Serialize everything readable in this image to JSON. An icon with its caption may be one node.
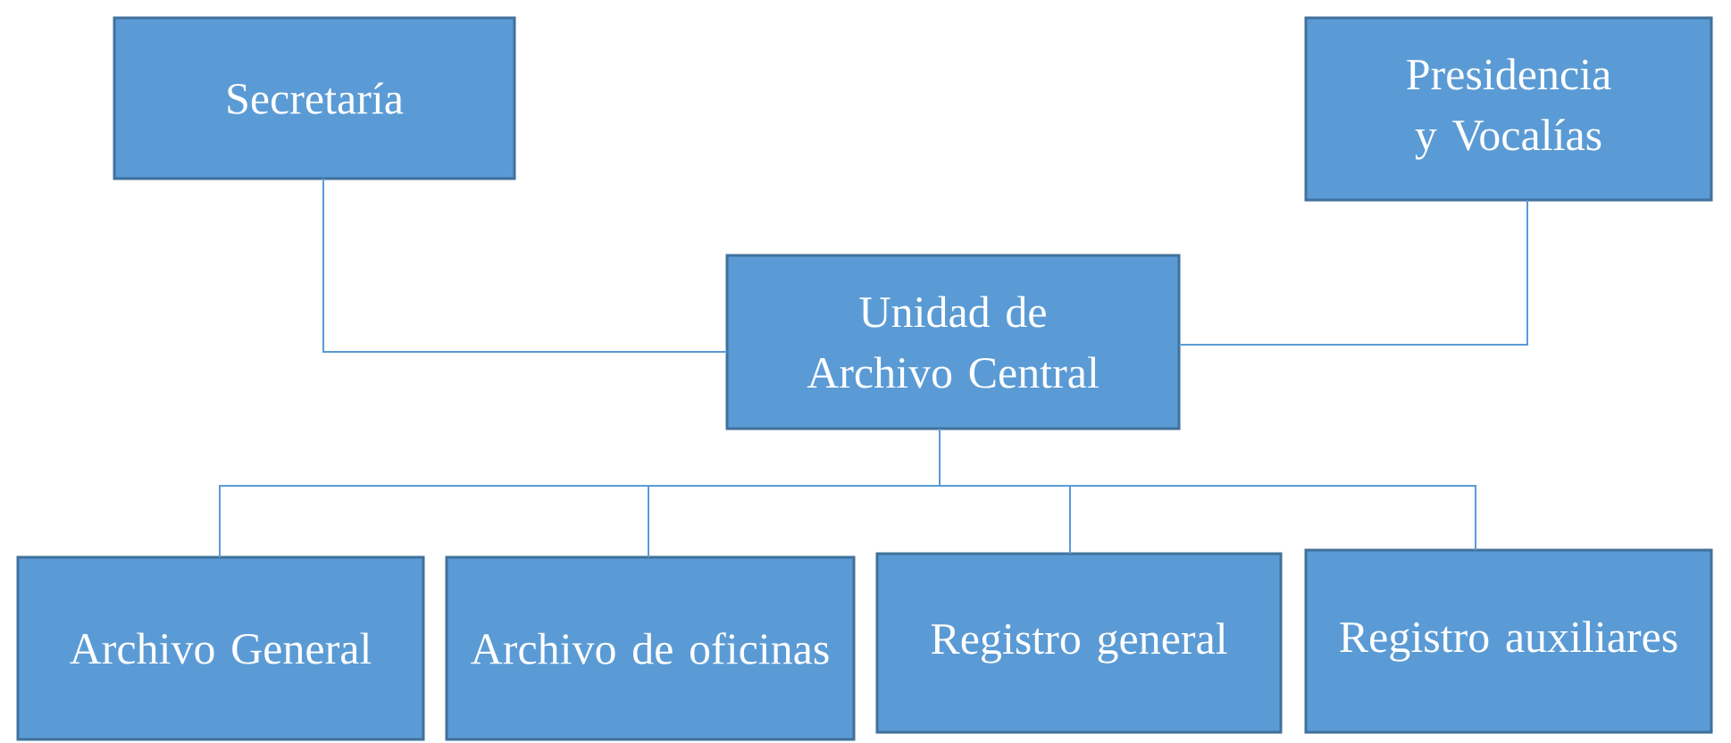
{
  "diagram": {
    "nodes": [
      {
        "text": [
          "Secretaría"
        ]
      },
      {
        "text": [
          "Presidencia y Vocalías"
        ]
      },
      {
        "text": [
          "Unidad de Archivo Central"
        ]
      },
      {
        "text": [
          "Archivo General"
        ]
      },
      {
        "text": [
          "Archivo de oficinas"
        ]
      },
      {
        "text": [
          "Registro general"
        ]
      },
      {
        "text": [
          "Registro auxiliares"
        ]
      }
    ],
    "edges": [
      {
        "from": 0,
        "to": 2,
        "arrow": "none"
      },
      {
        "from": 1,
        "to": 2,
        "arrow": "none"
      },
      {
        "from": 2,
        "to": 3,
        "arrow": "none"
      },
      {
        "from": 2,
        "to": 4,
        "arrow": "none"
      },
      {
        "from": 2,
        "to": 5,
        "arrow": "none"
      },
      {
        "from": 2,
        "to": 6,
        "arrow": "none"
      }
    ]
  }
}
